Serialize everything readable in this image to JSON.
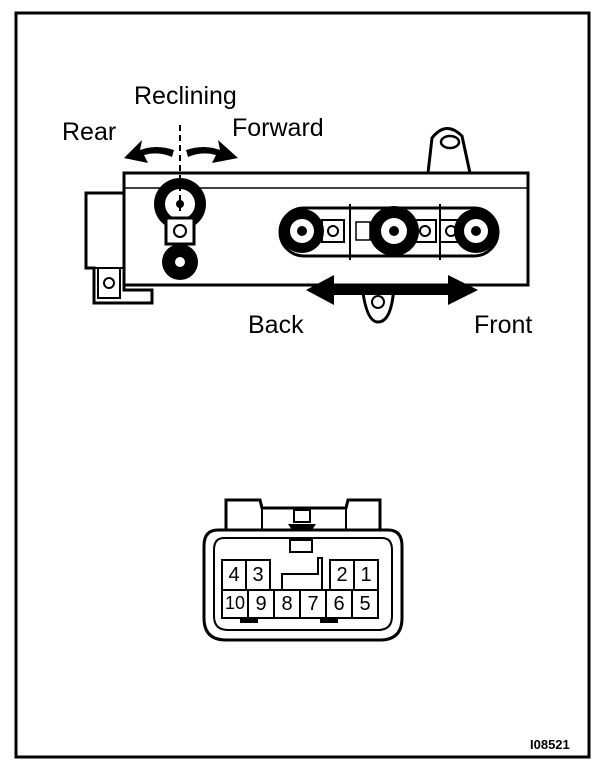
{
  "labels": {
    "reclining": "Reclining",
    "rear": "Rear",
    "forward": "Forward",
    "back": "Back",
    "front": "Front"
  },
  "connector": {
    "top_row_left": [
      "4",
      "3"
    ],
    "top_row_right": [
      "2",
      "1"
    ],
    "bottom_row": [
      "10",
      "9",
      "8",
      "7",
      "6",
      "5"
    ]
  },
  "figure_code": "I08521"
}
